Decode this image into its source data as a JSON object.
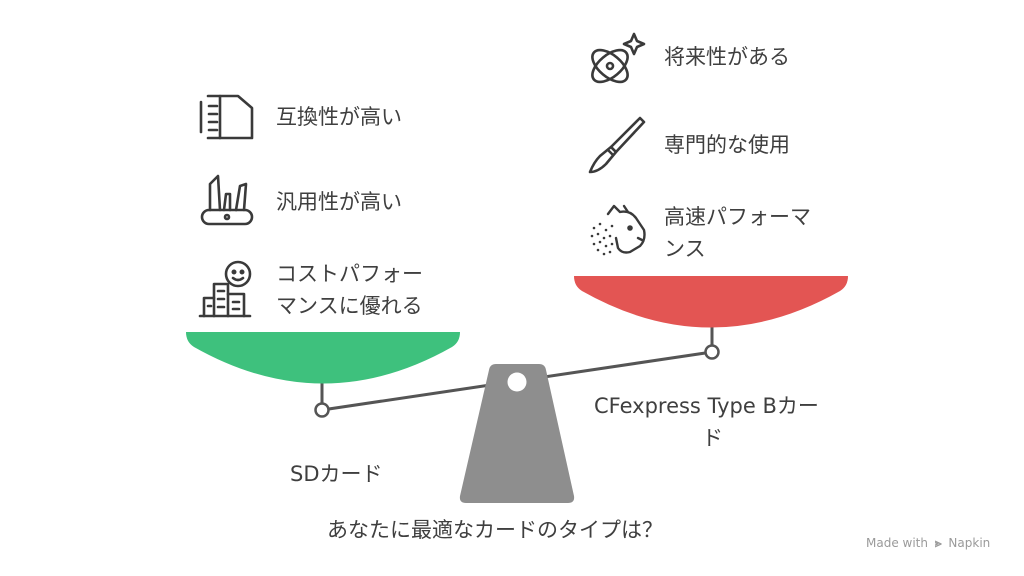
{
  "question": "あなたに最適なカードのタイプは？",
  "left": {
    "label": "SDカード",
    "pan_color": "#3ec17d",
    "features": [
      {
        "lines": [
          "互換性が高い"
        ],
        "icon": "sd-card-icon"
      },
      {
        "lines": [
          "汎用性が高い"
        ],
        "icon": "swiss-army-knife-icon"
      },
      {
        "lines": [
          "コストパフォー",
          "マンスに優れる"
        ],
        "icon": "person-with-building-icon"
      }
    ]
  },
  "right": {
    "label_lines": [
      "CFexpress Type Bカー",
      "ド"
    ],
    "pan_color": "#e35553",
    "features": [
      {
        "lines": [
          "将来性がある"
        ],
        "icon": "atom-sparkle-icon"
      },
      {
        "lines": [
          "専門的な使用"
        ],
        "icon": "scalpel-icon"
      },
      {
        "lines": [
          "高速パフォーマ",
          "ンス"
        ],
        "icon": "cheetah-icon"
      }
    ]
  },
  "fulcrum_color": "#8e8e8e",
  "watermark": {
    "prefix": "Made with",
    "brand": "Napkin"
  }
}
